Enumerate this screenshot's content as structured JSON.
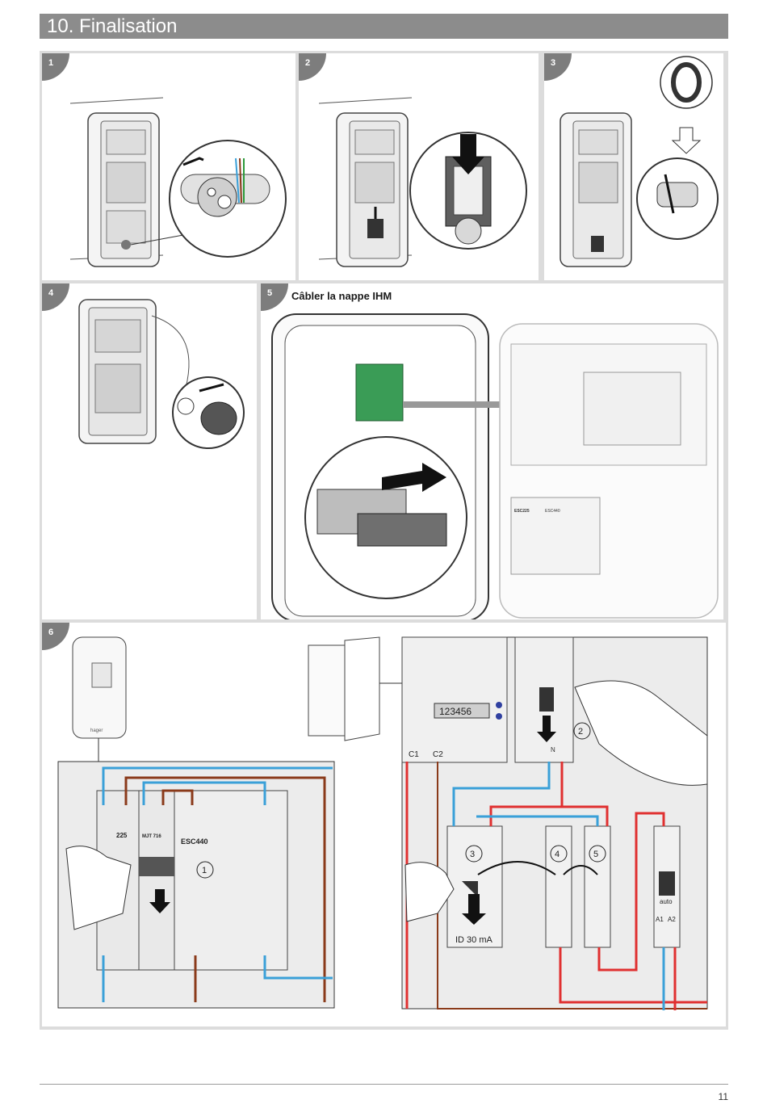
{
  "page": {
    "title": "10. Finalisation",
    "page_number": "11"
  },
  "colors": {
    "header_bg": "#8c8c8c",
    "frame_bg": "#dcdcdc",
    "badge": "#7d7d7d",
    "wire_blue": "#3aa0d8",
    "wire_red": "#e03030",
    "wire_brown": "#8a3a1a"
  },
  "steps": [
    {
      "number": "1"
    },
    {
      "number": "2"
    },
    {
      "number": "3"
    },
    {
      "number": "4"
    },
    {
      "number": "5",
      "title": "Câbler la nappe IHM"
    },
    {
      "number": "6"
    }
  ],
  "diagram6_left": {
    "brand": "hager",
    "device_labels": [
      "225",
      "MJT 716",
      "ESC440"
    ],
    "marker": "1"
  },
  "diagram6_right": {
    "meter_display": "123456",
    "contact_labels": [
      "C1",
      "C2"
    ],
    "neutral": "N",
    "markers": [
      "2",
      "3",
      "4",
      "5"
    ],
    "rcd_label": "ID 30 mA",
    "switch_mode": "auto",
    "terminals": [
      "A1",
      "A2"
    ]
  }
}
